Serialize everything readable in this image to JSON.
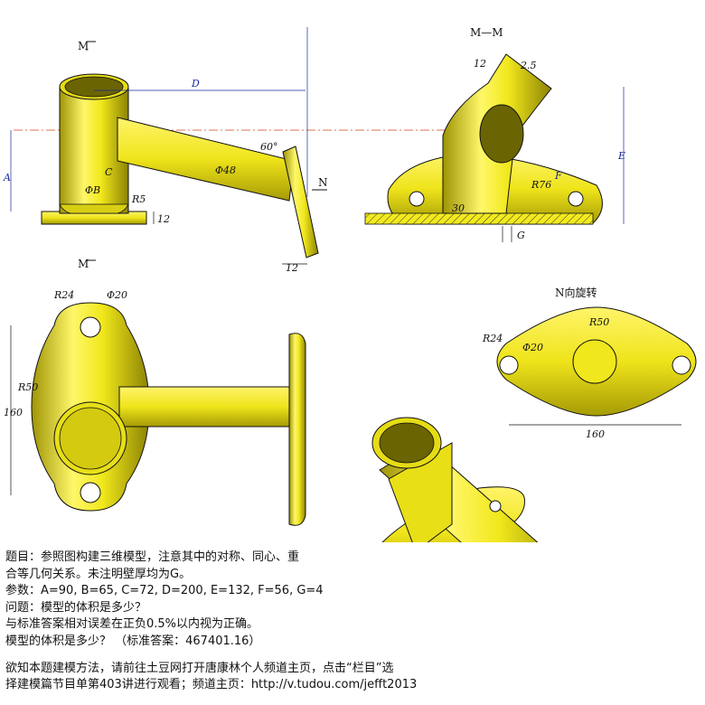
{
  "labels": {
    "section_m": "M—M",
    "m_top": "M",
    "m_bottom": "M",
    "n_arrow": "N",
    "n_view": "N向旋转"
  },
  "dims": {
    "D": "D",
    "A": "A",
    "B": "ΦB",
    "C": "C",
    "R5": "R5",
    "h12": "12",
    "d48": "Φ48",
    "a60": "60°",
    "t12": "12",
    "mm12": "12",
    "mm25": "2.5",
    "E": "E",
    "F": "F",
    "R76": "R76",
    "d30": "30",
    "G": "G",
    "lR24": "R24",
    "ld20": "Φ20",
    "lR50": "R50",
    "l160": "160",
    "rR24": "R24",
    "rd20": "Φ20",
    "rR50": "R50",
    "r160": "160"
  },
  "text": {
    "line1": "题目：参照图构建三维模型，注意其中的对称、同心、重",
    "line2": "合等几何关系。未注明壁厚均为G。",
    "line3": "参数：A=90, B=65, C=72, D=200, E=132, F=56, G=4",
    "line4": "问题：模型的体积是多少？",
    "line5": "与标准答案相对误差在正负0.5%以内视为正确。",
    "line6": "模型的体积是多少？   （标准答案：467401.16）",
    "footer1": "欲知本题建模方法，请前往土豆网打开唐康林个人频道主页，点击“栏目”选",
    "footer2": "择建模篇节目单第403讲进行观看；频道主页：http://v.tudou.com/jefft2013"
  },
  "colors": {
    "yellow": "#f2ea1e",
    "yellow_dark": "#b9ad08",
    "dim_blue": "#1a2a9a",
    "centerline": "#d0451b"
  }
}
